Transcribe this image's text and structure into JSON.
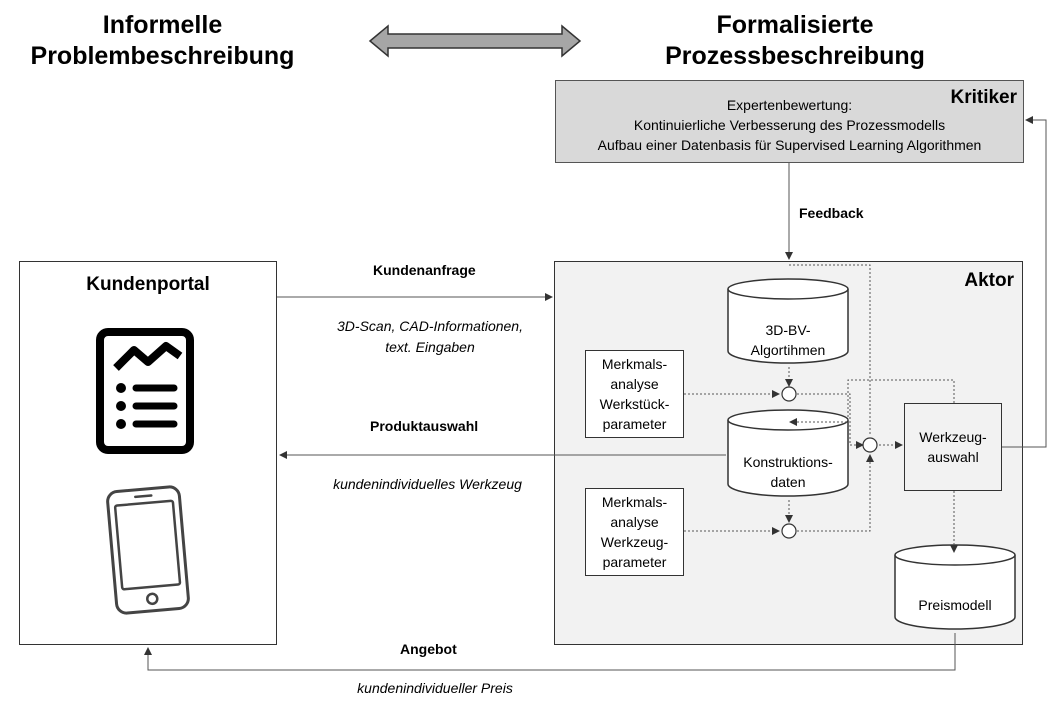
{
  "headings": {
    "left": "Informelle\nProblembeschreibung",
    "right": "Formalisierte\nProzessbeschreibung"
  },
  "kritiker": {
    "title": "Kritiker",
    "lines": [
      "Expertenbewertung:",
      "Kontinuierliche Verbesserung des Prozessmodells",
      "Aufbau einer Datenbasis für Supervised Learning Algorithmen"
    ]
  },
  "feedback_label": "Feedback",
  "kundenportal": {
    "title": "Kundenportal"
  },
  "aktor": {
    "title": "Aktor",
    "bv_db": "3D-BV-\nAlgortihmen",
    "konstruktion_db": "Konstruktions-\ndaten",
    "preis_db": "Preismodell",
    "merkmal1": "Merkmals-\nanalyse\nWerkstück-\nparameter",
    "merkmal2": "Merkmals-\nanalyse\nWerkzeug-\nparameter",
    "werkzeug": "Werkzeug-\nauswahl"
  },
  "flows": {
    "kundenanfrage": "Kundenanfrage",
    "kundenanfrage_detail": "3D-Scan, CAD-Informationen,\ntext. Eingaben",
    "produktauswahl": "Produktauswahl",
    "produktauswahl_detail": "kundenindividuelles Werkzeug",
    "angebot": "Angebot",
    "angebot_detail": "kundenindividueller Preis"
  },
  "icons": [
    "document-chart-icon",
    "smartphone-icon",
    "double-arrow-icon"
  ]
}
